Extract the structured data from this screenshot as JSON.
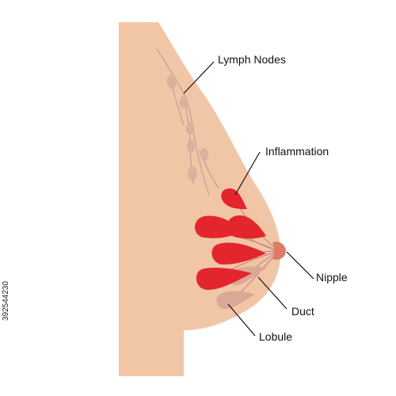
{
  "labels": {
    "lymph_nodes": "Lymph Nodes",
    "inflammation": "Inflammation",
    "nipple": "Nipple",
    "duct": "Duct",
    "lobule": "Lobule"
  },
  "stock_id": "392544230",
  "colors": {
    "skin": "#f1c6a7",
    "skin_dark": "#d9a991",
    "inflamed": "#e3262d",
    "nipple": "#e07a66",
    "duct_line": "#c98d86",
    "leader": "#111111"
  }
}
